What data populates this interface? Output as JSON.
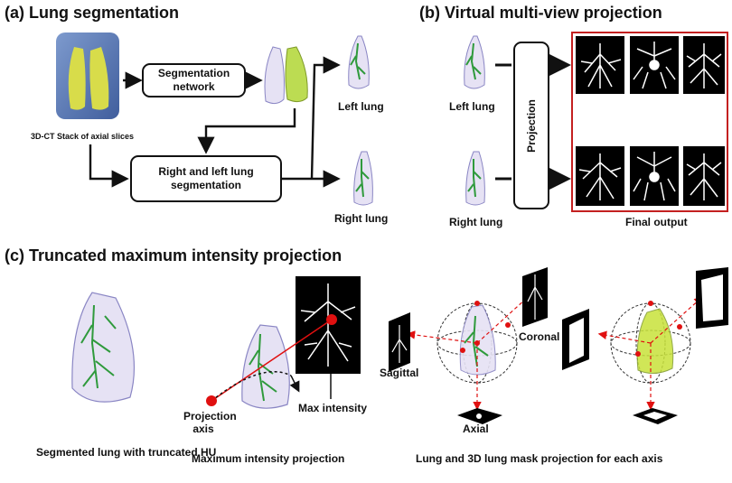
{
  "sections": {
    "a": "(a) Lung segmentation",
    "b": "(b) Virtual multi-view projection",
    "c": "(c) Truncated maximum intensity projection"
  },
  "panel_a": {
    "ct_caption": "3D-CT Stack of axial slices",
    "seg_network": "Segmentation network",
    "rl_seg": "Right and left lung segmentation",
    "left_lung": "Left lung",
    "right_lung": "Right lung"
  },
  "panel_b": {
    "left_lung": "Left lung",
    "right_lung": "Right lung",
    "projection": "Projection",
    "final_output": "Final output"
  },
  "panel_c": {
    "projection_axis": "Projection axis",
    "max_intensity": "Max intensity",
    "coronal": "Coronal",
    "sagittal": "Sagittal",
    "axial": "Axial",
    "caption_1": "Segmented lung with truncated HU",
    "caption_2": "Maximum intensity projection",
    "caption_3": "Lung and 3D lung mask projection for each axis"
  },
  "colors": {
    "frame": "#c42020",
    "lung_outline": "#8a86c4",
    "vessel": "#2f9a3c",
    "mask": "#c8e23a",
    "ct_blue": "#3a5fa8",
    "red_dot": "#e01010"
  }
}
